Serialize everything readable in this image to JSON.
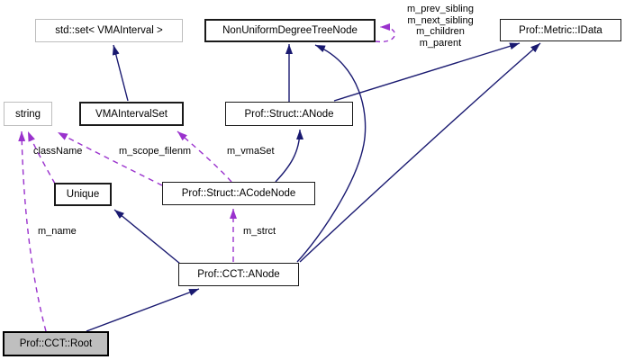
{
  "diagram": {
    "nodes": {
      "std_set": {
        "label": "std::set< VMAInterval >"
      },
      "tree_node": {
        "label": "NonUniformDegreeTreeNode"
      },
      "metric_idata": {
        "label": "Prof::Metric::IData"
      },
      "string": {
        "label": "string"
      },
      "vma_interval_set": {
        "label": "VMAIntervalSet"
      },
      "struct_anode": {
        "label": "Prof::Struct::ANode"
      },
      "unique": {
        "label": "Unique"
      },
      "struct_acodenode": {
        "label": "Prof::Struct::ACodeNode"
      },
      "cct_anode": {
        "label": "Prof::CCT::ANode"
      },
      "cct_root": {
        "label": "Prof::CCT::Root"
      }
    },
    "edge_labels": {
      "m_prev_sibling": "m_prev_sibling",
      "m_next_sibling": "m_next_sibling",
      "m_children": "m_children",
      "m_parent": "m_parent",
      "class_name": "className",
      "m_scope_filenm": "m_scope_filenm",
      "m_vma_set": "m_vmaSet",
      "m_name": "m_name",
      "m_strct": "m_strct"
    },
    "colors": {
      "inheritance_edge": "#191970",
      "usage_edge": "#9a32cd",
      "node_border": "#1a1a1a",
      "external_border": "#bdbdbd",
      "current_node_fill": "#bfbfbf",
      "background": "#ffffff"
    }
  }
}
